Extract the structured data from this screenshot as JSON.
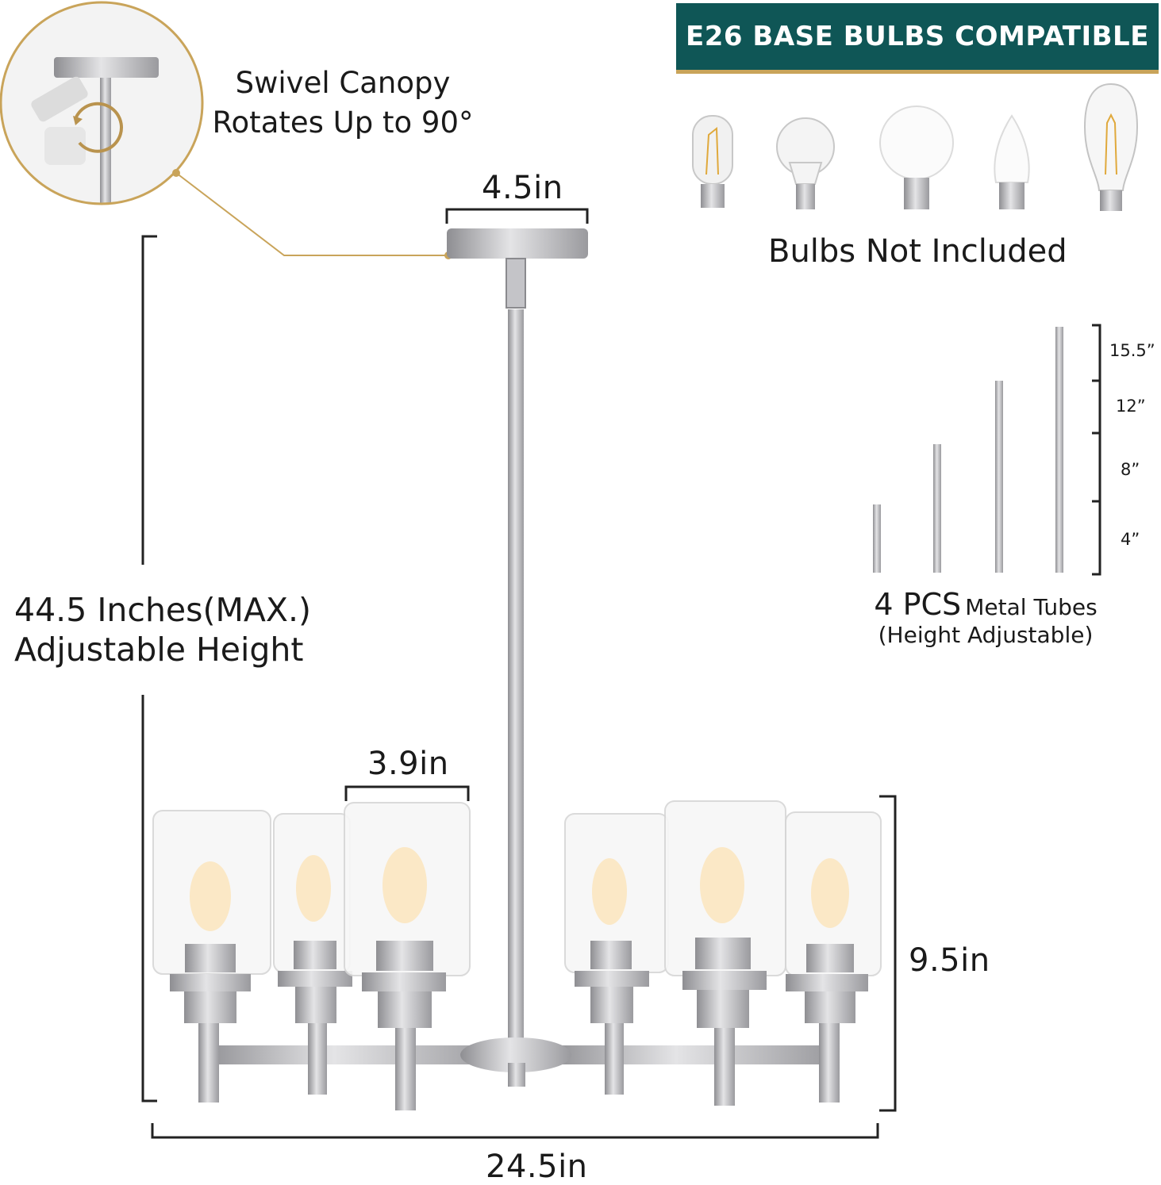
{
  "banner": {
    "title": "E26 BASE BULBS COMPATIBLE"
  },
  "callout": {
    "line1": "Swivel Canopy",
    "line2": "Rotates Up to 90°"
  },
  "bulbs": {
    "note": "Bulbs Not Included",
    "icons": [
      "tubular-bulb-icon",
      "a19-bulb-icon",
      "globe-bulb-icon",
      "candle-bulb-icon",
      "st64-bulb-icon"
    ]
  },
  "dimensions": {
    "canopy": "4.5in",
    "shade": "3.9in",
    "fixture_height": "9.5in",
    "width": "24.5in",
    "height_line1": "44.5 Inches(MAX.)",
    "height_line2": "Adjustable Height"
  },
  "tubes": {
    "count": "4 PCS",
    "label": "Metal Tubes",
    "note": "(Height Adjustable)",
    "lengths": [
      "15.5”",
      "12”",
      "8”",
      "4”"
    ]
  },
  "colors": {
    "banner": "#0f5656",
    "accent": "#c9a45a",
    "metal": "#b8b8bc"
  }
}
